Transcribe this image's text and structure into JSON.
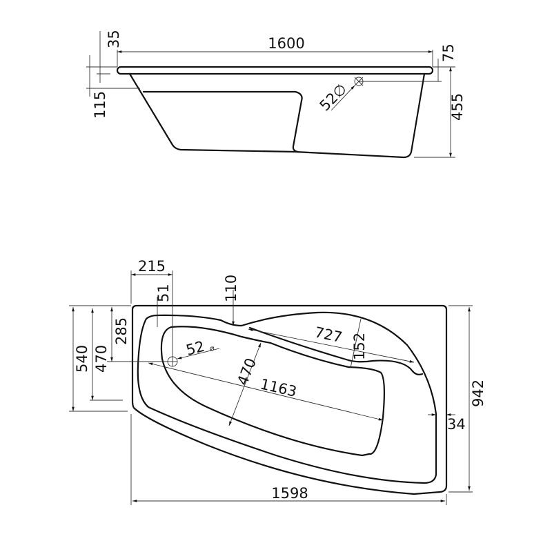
{
  "side_view": {
    "length": "1600",
    "rim_thickness": "35",
    "overflow_height": "75",
    "seat_depth": "115",
    "total_height": "455",
    "drain_diameter": "52∅"
  },
  "plan_view": {
    "left_offset": "215",
    "drain_offset": "51",
    "ledge_offset": "110",
    "drain_depth": "285",
    "basin_left_width": "470",
    "left_width": "540",
    "basin_width": "470",
    "basin_length": "1163",
    "shelf_length": "727",
    "shelf_width": "152",
    "rim_edge": "34",
    "overall_width": "942",
    "overall_length": "1598",
    "drain_diameter": "52",
    "diameter_symbol": "⌀"
  }
}
